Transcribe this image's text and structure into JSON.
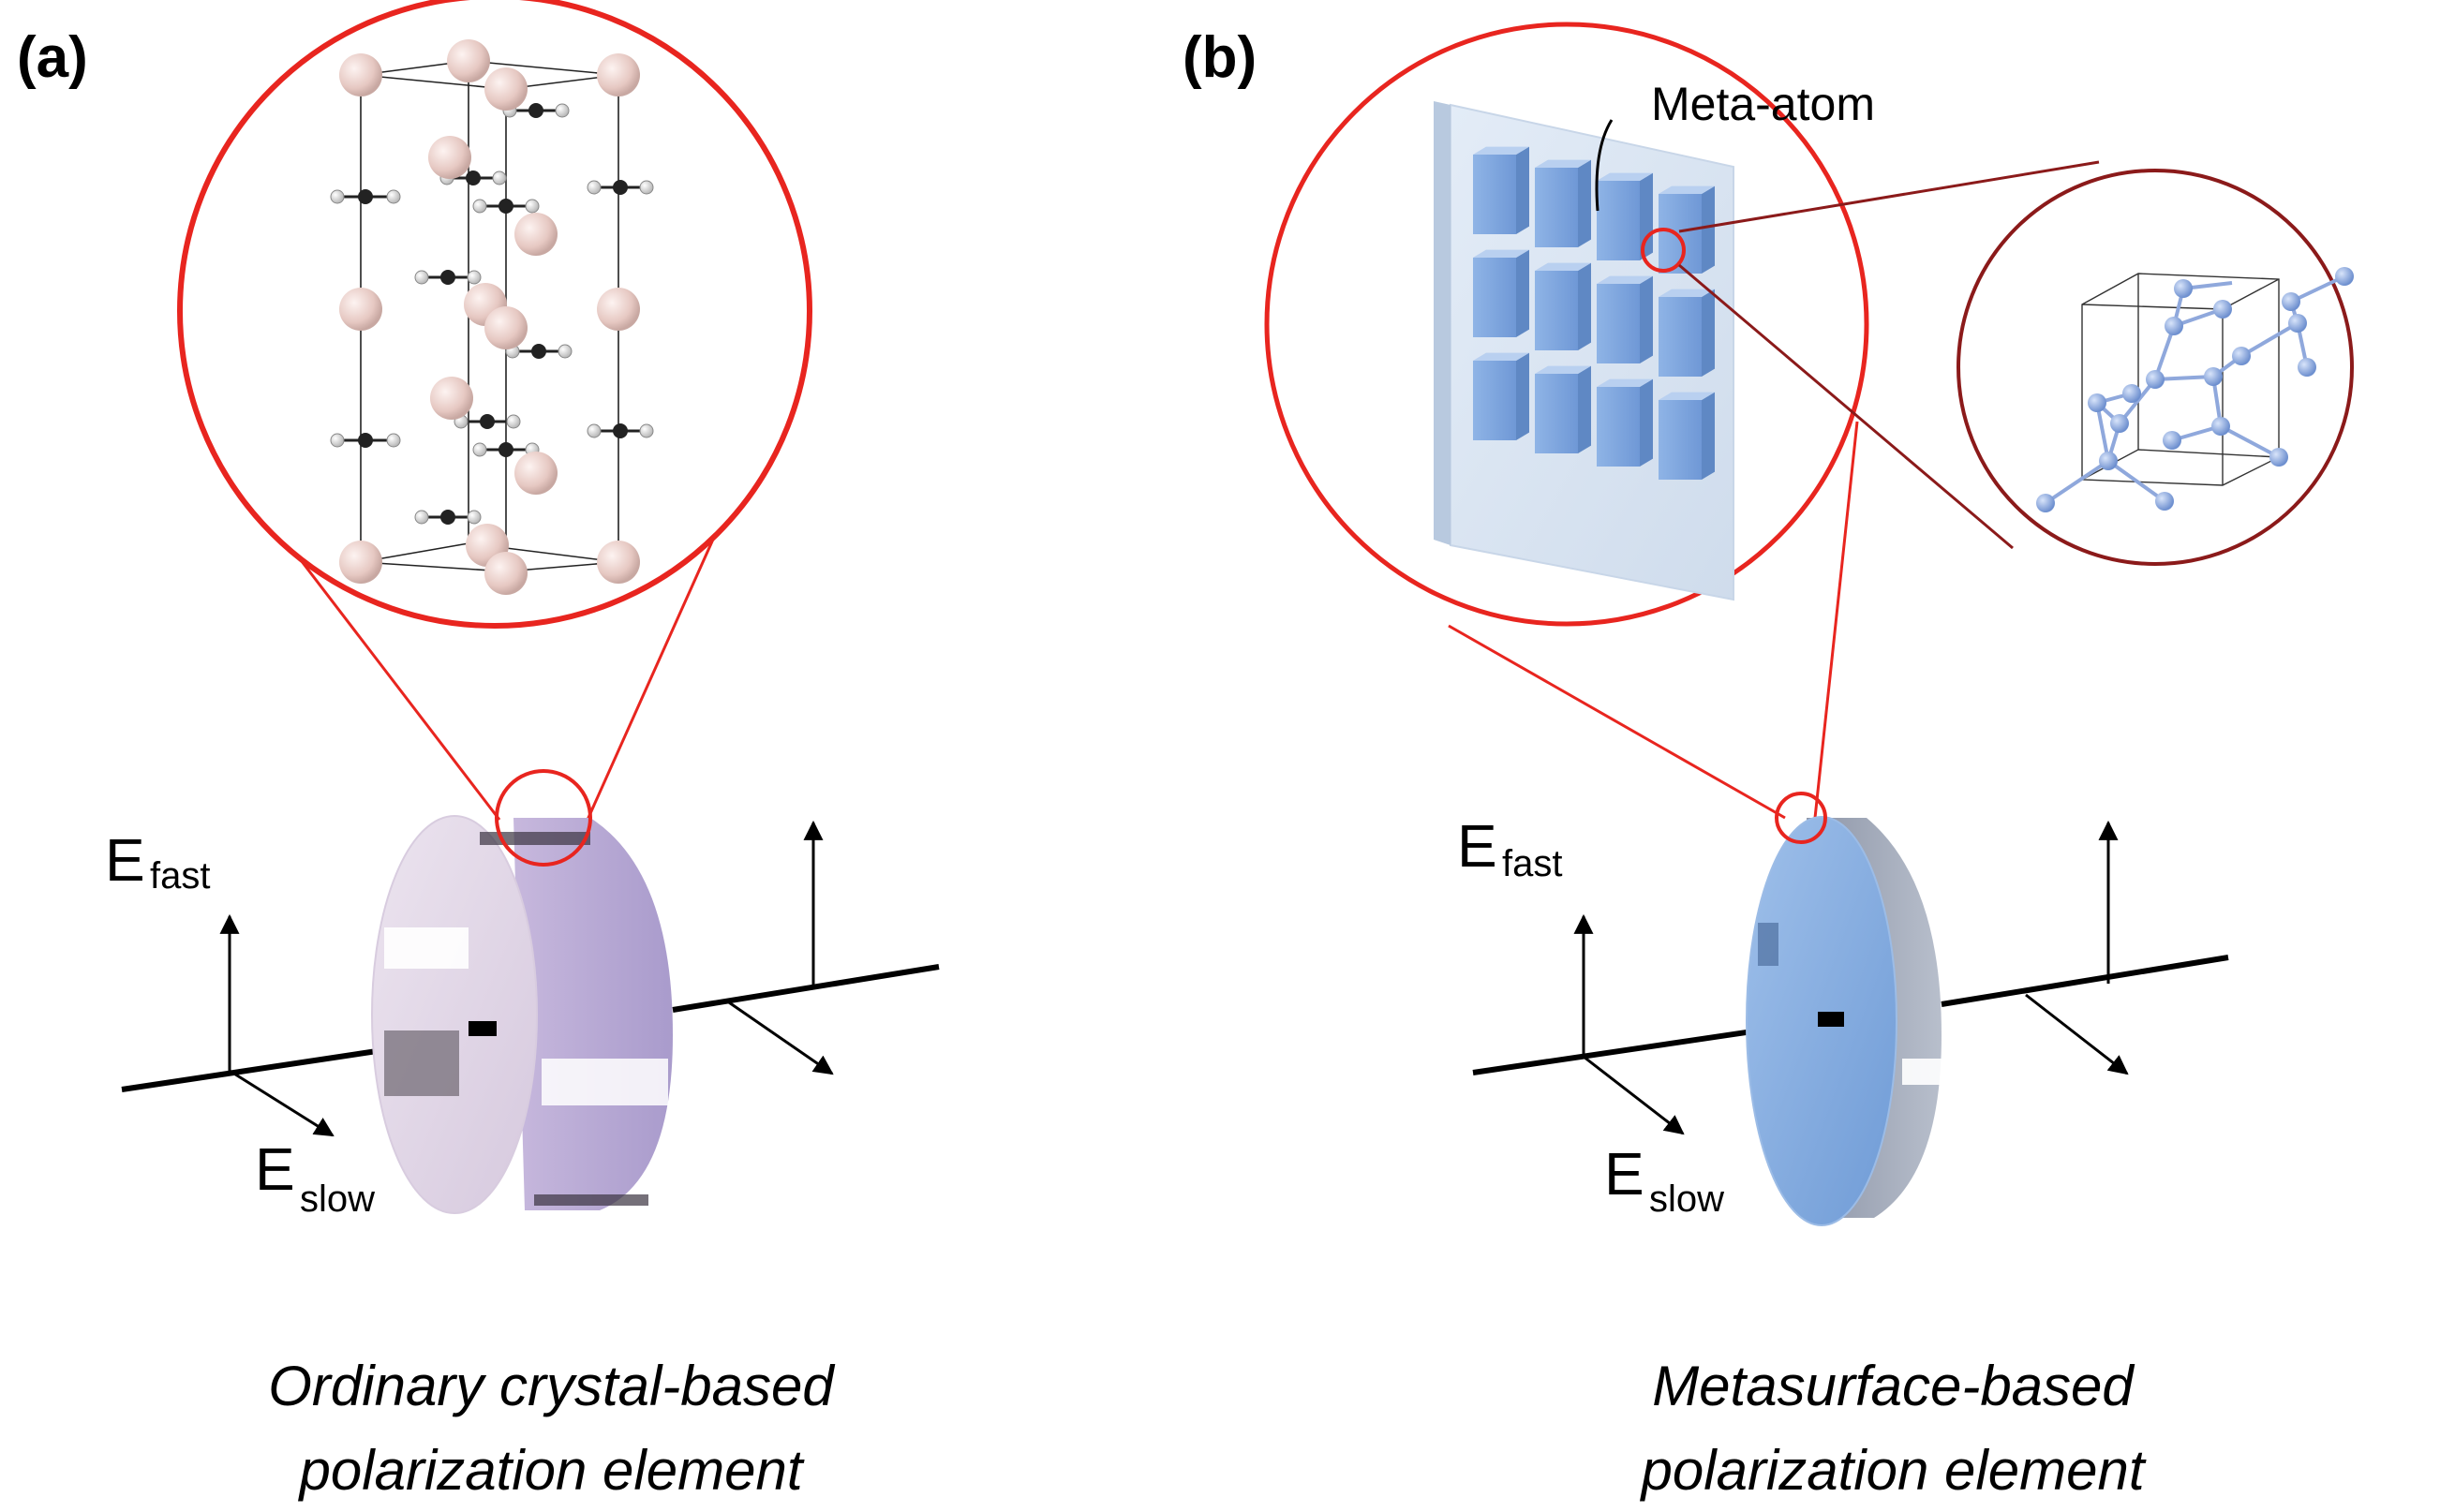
{
  "panel_a": {
    "label": "(a)",
    "e_fast_main": "E",
    "e_fast_sub": "fast",
    "e_slow_main": "E",
    "e_slow_sub": "slow",
    "caption_line1": "Ordinary crystal-based",
    "caption_line2": "polarization element"
  },
  "panel_b": {
    "label": "(b)",
    "meta_atom_label": "Meta-atom",
    "e_fast_main": "E",
    "e_fast_sub": "fast",
    "e_slow_main": "E",
    "e_slow_sub": "slow",
    "caption_line1": "Metasurface-based",
    "caption_line2": "polarization element"
  },
  "colors": {
    "zoom_circle": "#e8251f",
    "dark_zoom_circle": "#8b1a1a",
    "crystal_plate": "#cdbfe0",
    "metasurface_plate": "#7fa8dc",
    "meta_atom": "#7fa8dc",
    "large_atom": "#e9cfca",
    "silicon_atom": "#8fa8dc"
  }
}
